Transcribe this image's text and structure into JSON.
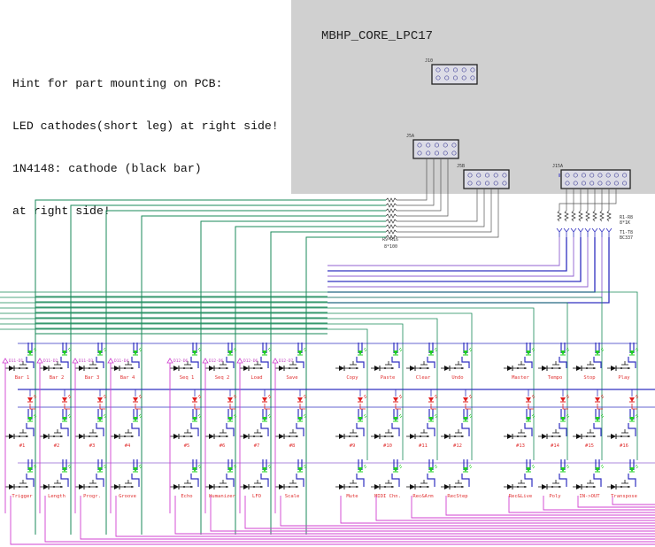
{
  "core": {
    "title": "MBHP_CORE_LPC17"
  },
  "hint": {
    "lines": [
      "Hint for part mounting on PCB:",
      "LED cathodes(short leg) at right side!",
      "1N4148: cathode (black bar)",
      "at right side!"
    ]
  },
  "connectors": [
    {
      "id": "j10",
      "label": "J10",
      "pins": 10
    },
    {
      "id": "j5a",
      "label": "J5A",
      "pins": 10
    },
    {
      "id": "j5b",
      "label": "J5B",
      "pins": 10
    },
    {
      "id": "j15a",
      "label": "J15A",
      "pins": 16
    }
  ],
  "parts": {
    "resistors_left": {
      "label1": "R9-R16",
      "label2": "8*100"
    },
    "resistors_right": {
      "label1": "R1-R8",
      "label2": "8*1K"
    },
    "transistors": {
      "label1": "T1-T8",
      "label2": "BC337"
    }
  },
  "port_labels": [
    "D11-D1",
    "D11-D2",
    "D11-D3",
    "D11-D4",
    "D12-D6",
    "D12-D6",
    "D12-D6",
    "D12-D7"
  ],
  "buttons": {
    "row1": [
      "Bar 1",
      "Bar 2",
      "Bar 3",
      "Bar 4",
      "Seq 1",
      "Seq 2",
      "Load",
      "Save",
      "Copy",
      "Paste",
      "Clear",
      "Undo",
      "Master",
      "Tempo",
      "Stop",
      "Play"
    ],
    "row2": [
      "#1",
      "#2",
      "#3",
      "#4",
      "#5",
      "#6",
      "#7",
      "#8",
      "#9",
      "#10",
      "#11",
      "#12",
      "#13",
      "#14",
      "#15",
      "#16"
    ],
    "row3": [
      "Trigger",
      "Length",
      "Progr.",
      "Groove",
      "Echo",
      "Humanizer",
      "LFO",
      "Scale",
      "Mute",
      "MIDI Chn.",
      "Rec&Arm",
      "RecStep",
      "Rec&Live",
      "Poly",
      "IN->OUT",
      "Transpose"
    ]
  },
  "colors": {
    "core_bg": "#d0d0d0",
    "wire_green": "#1a8a5a",
    "wire_blue": "#3030c0",
    "wire_purple": "#9060d0",
    "wire_magenta": "#d040d0",
    "led_green": "#20d020",
    "led_red": "#e02020",
    "label_red": "#e03030"
  }
}
